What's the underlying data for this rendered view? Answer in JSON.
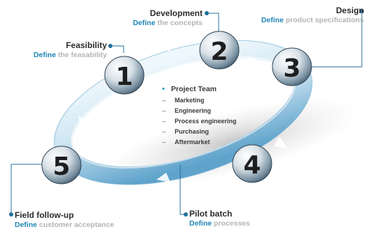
{
  "stages": [
    {
      "number": "1",
      "title": "Feasibility",
      "keyword": "Define",
      "rest": "the feasability"
    },
    {
      "number": "2",
      "title": "Development",
      "keyword": "Define",
      "rest": "the concepts"
    },
    {
      "number": "3",
      "title": "Design",
      "keyword": "Define",
      "rest": "product specifications"
    },
    {
      "number": "4",
      "title": "Pilot batch",
      "keyword": "Define",
      "rest": "processes"
    },
    {
      "number": "5",
      "title": "Field follow-up",
      "keyword": "Define",
      "rest": "customer acceptance"
    }
  ],
  "team": {
    "title": "Project Team",
    "members": [
      "Marketing",
      "Engineering",
      "Process engineering",
      "Purchasing",
      "Aftermarket"
    ]
  },
  "colors": {
    "ring_light": "#eaf5fb",
    "ring_dark": "#5fa8cf",
    "badge_light": "#dfe8ee",
    "badge_dark": "#41576a",
    "connector": "#1f6f99",
    "keyword": "#1f86b6",
    "muted_text": "#b4b4b4",
    "shadow": "#c7c7c7"
  }
}
